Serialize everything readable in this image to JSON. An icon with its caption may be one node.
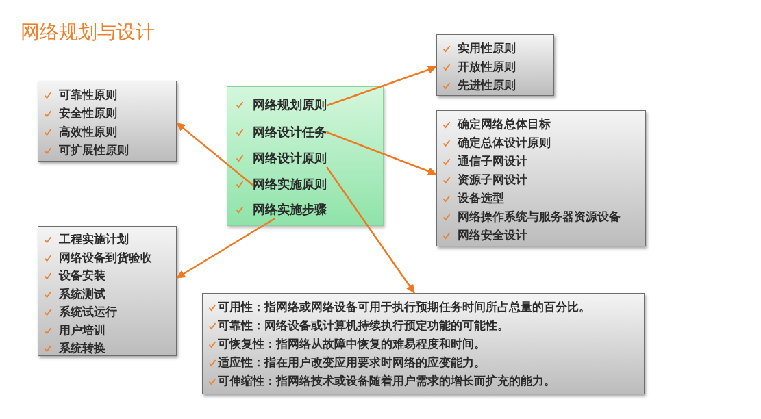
{
  "diagram": {
    "title": "网络规划与设计",
    "nodes": [
      {
        "text": [
          "实用性原则",
          "开放性原则",
          "先进性原则"
        ]
      },
      {
        "text": [
          "可靠性原则",
          "安全性原则",
          "高效性原则",
          "可扩展性原则"
        ]
      },
      {
        "text": [],
        "shape": "box"
      },
      {
        "text": [
          "网络规划原则"
        ],
        "in": 2
      },
      {
        "text": [
          "网络设计任务"
        ],
        "in": 2
      },
      {
        "text": [
          "网络设计原则"
        ],
        "in": 2
      },
      {
        "text": [
          "网络实施原则"
        ],
        "in": 2
      },
      {
        "text": [
          "网络实施步骤"
        ],
        "in": 2
      },
      {
        "text": [
          "确定网络总体目标",
          "确定总体设计原则",
          "通信子网设计",
          "资源子网设计",
          "设备选型",
          "网络操作系统与服务器资源设备",
          "网络安全设计"
        ]
      },
      {
        "text": [
          "工程实施计划",
          "网络设备到货验收",
          "设备安装",
          "系统测试",
          "系统试运行",
          "用户培训",
          "系统转换"
        ]
      },
      {
        "text": [
          "可用性：指网络或网络设备可用于执行预期任务时间所占总量的百分比。",
          "可靠性：网络设备或计算机持续执行预定功能的可能性。",
          "可恢复性：指网络从故障中恢复的难易程度和时间。",
          "适应性：指在用户改变应用要求时网络的应变能力。",
          "可伸缩性：指网络技术或设备随着用户需求的增长而扩充的能力。"
        ]
      }
    ],
    "edges": [
      {
        "from": 3,
        "to": 0,
        "arrow": "to"
      },
      {
        "from": 4,
        "to": 8,
        "arrow": "to"
      },
      {
        "from": 5,
        "to": 10,
        "arrow": "to"
      },
      {
        "from": 6,
        "to": 1,
        "arrow": "to"
      },
      {
        "from": 7,
        "to": 9,
        "arrow": "to"
      }
    ]
  }
}
